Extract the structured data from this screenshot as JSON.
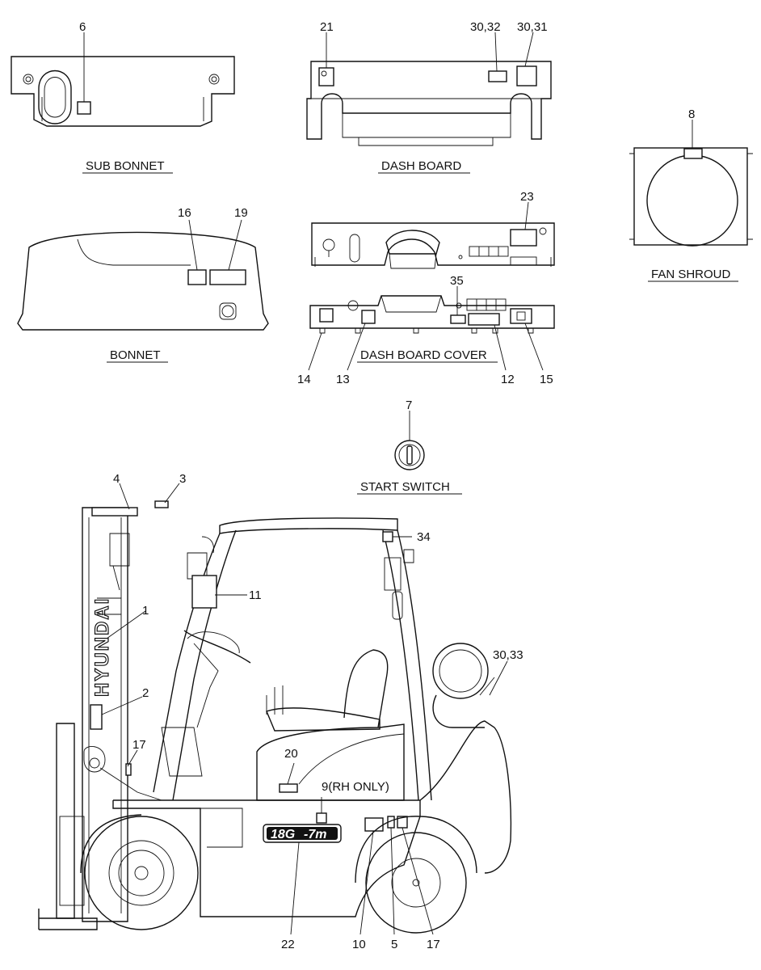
{
  "captions": {
    "sub_bonnet": "SUB BONNET",
    "dash_board": "DASH BOARD",
    "fan_shroud": "FAN SHROUD",
    "bonnet": "BONNET",
    "dash_board_cover": "DASH BOARD COVER",
    "start_switch": "START SWITCH"
  },
  "callouts": {
    "c1": "1",
    "c2": "2",
    "c3": "3",
    "c4": "4",
    "c5": "5",
    "c6": "6",
    "c7": "7",
    "c8": "8",
    "c9": "9(RH ONLY)",
    "c10": "10",
    "c11": "11",
    "c12": "12",
    "c13": "13",
    "c14": "14",
    "c15": "15",
    "c16": "16",
    "c17a": "17",
    "c17b": "17",
    "c19": "19",
    "c20": "20",
    "c21": "21",
    "c22": "22",
    "c23": "23",
    "c30_31": "30,31",
    "c30_32": "30,32",
    "c30_33": "30,33",
    "c34": "34",
    "c35": "35"
  },
  "decals": {
    "mast_brand": "HYUNDAI",
    "model_a": "18G",
    "model_b": "-7m"
  }
}
